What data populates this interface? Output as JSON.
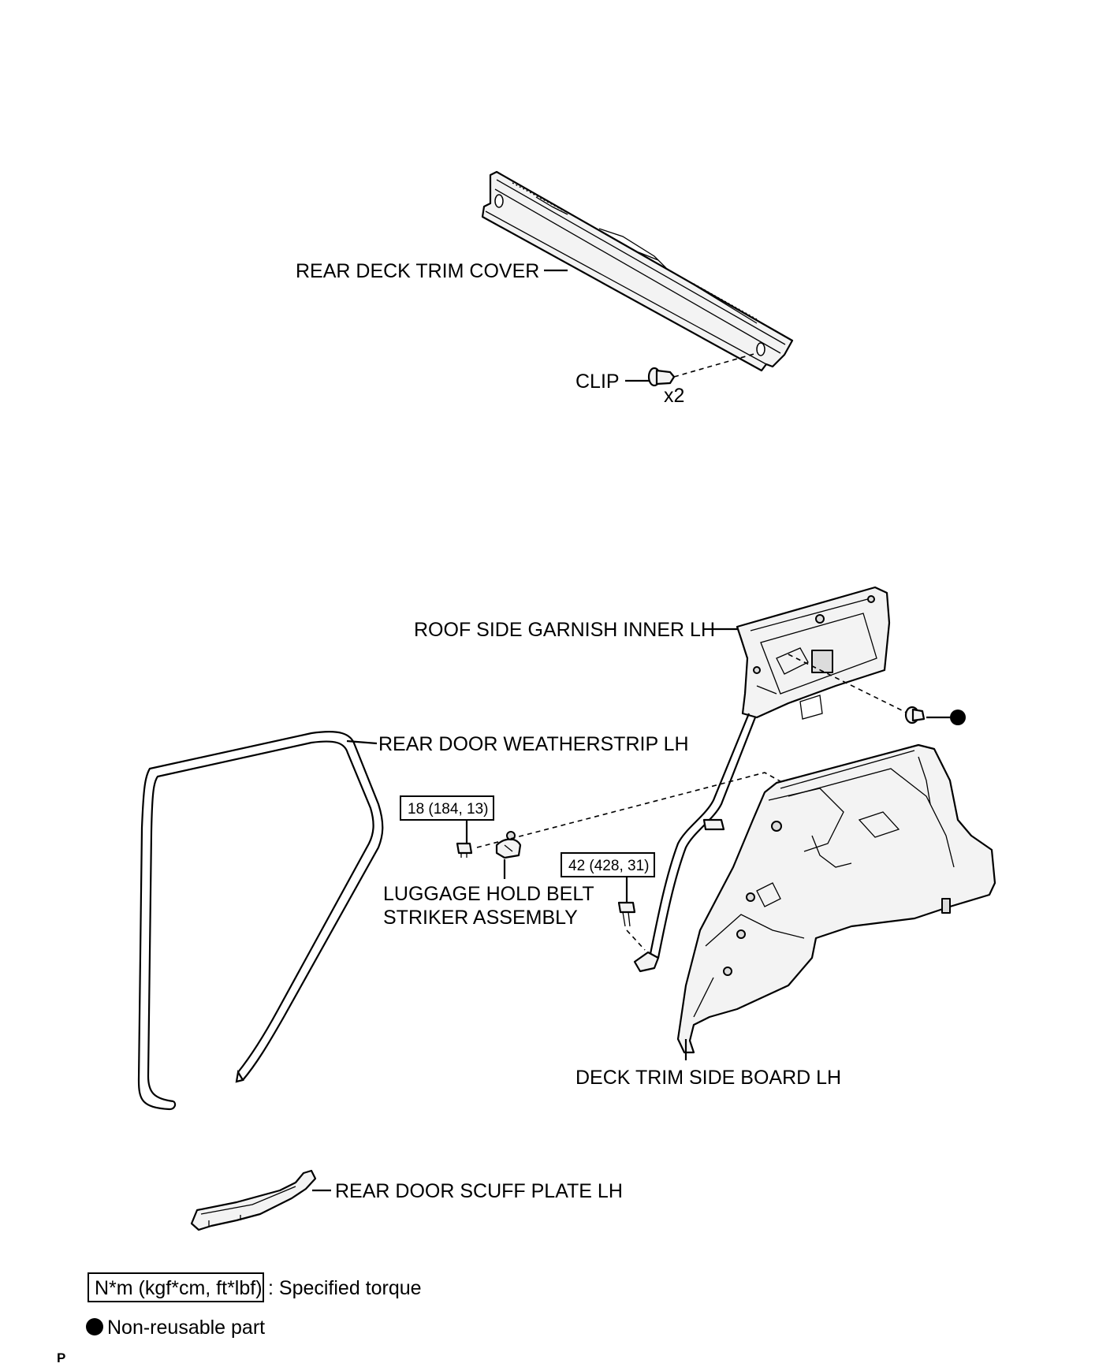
{
  "labels": {
    "rear_deck_trim_cover": "REAR DECK TRIM COVER",
    "clip": "CLIP",
    "clip_qty": "x2",
    "roof_side_garnish": "ROOF SIDE GARNISH INNER LH",
    "rear_door_weatherstrip": "REAR DOOR WEATHERSTRIP LH",
    "luggage_hold_belt_line1": "LUGGAGE HOLD BELT",
    "luggage_hold_belt_line2": "STRIKER ASSEMBLY",
    "deck_trim_side_board": "DECK TRIM SIDE BOARD LH",
    "rear_door_scuff_plate": "REAR DOOR SCUFF PLATE LH"
  },
  "torque_specs": {
    "striker_bolt": "18 (184, 13)",
    "belt_anchor_bolt": "42 (428, 31)"
  },
  "legend": {
    "torque_unit": "N*m (kgf*cm, ft*lbf)",
    "torque_desc": ": Specified torque",
    "non_reusable_desc": "Non-reusable part"
  },
  "page_marker": "P"
}
